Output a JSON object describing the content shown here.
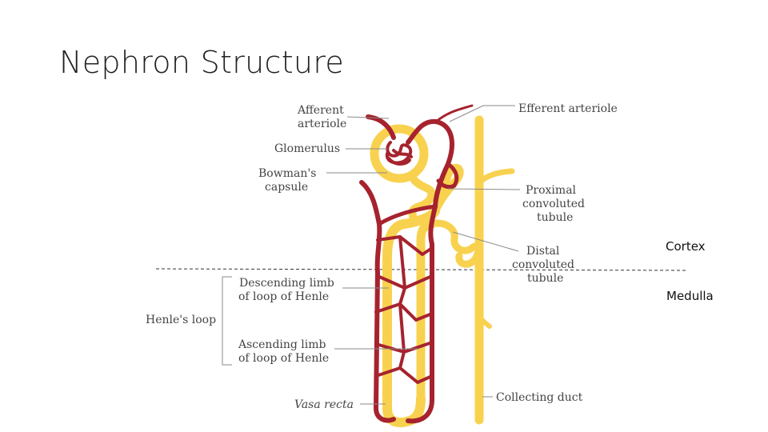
{
  "title": "Nephron Structure",
  "regions": {
    "cortex": "Cortex",
    "medulla": "Medulla"
  },
  "labels": {
    "afferent_1": "Afferent",
    "afferent_2": "arteriole",
    "glomerulus": "Glomerulus",
    "bowmans_1": "Bowman's",
    "bowmans_2": "capsule",
    "efferent": "Efferent arteriole",
    "proximal_1": "Proximal",
    "proximal_2": "convoluted",
    "proximal_3": "tubule",
    "distal_1": "Distal",
    "distal_2": "convoluted",
    "distal_3": "tubule",
    "descending_1": "Descending limb",
    "descending_2": "of loop of Henle",
    "henles_loop": "Henle's loop",
    "ascending_1": "Ascending limb",
    "ascending_2": "of loop of Henle",
    "vasa_recta": "Vasa recta",
    "collecting_duct": "Collecting duct"
  },
  "colors": {
    "tubule": "#f8d24f",
    "vessel": "#a6232e",
    "leader": "#8a8a8a"
  }
}
